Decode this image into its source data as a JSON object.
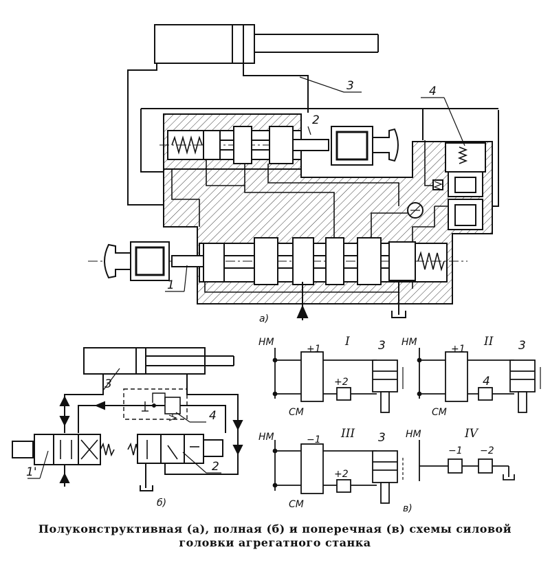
{
  "labels": {
    "a": {
      "n3": "3",
      "n2": "2",
      "n4": "4",
      "n1": "1",
      "sub": "а)"
    },
    "b": {
      "n3": "3",
      "n4": "4",
      "n1": "1'",
      "n2": "2",
      "sub": "б)"
    },
    "c": {
      "sub": "в)",
      "nm": "НМ",
      "cm": "СМ",
      "I": {
        "roman": "I",
        "p1": "+1",
        "p2": "+2",
        "n3": "3"
      },
      "II": {
        "roman": "II",
        "p1": "+1",
        "n4": "4",
        "n3": "3"
      },
      "III": {
        "roman": "III",
        "m1": "−1",
        "p2": "+2",
        "n3": "3"
      },
      "IV": {
        "roman": "IV",
        "m1": "−1",
        "m2": "−2"
      }
    }
  },
  "caption": {
    "line1": "Полуконструктивная (а), полная (б) и поперечная (в) схемы силовой",
    "line2": "головки агрегатного станка"
  }
}
